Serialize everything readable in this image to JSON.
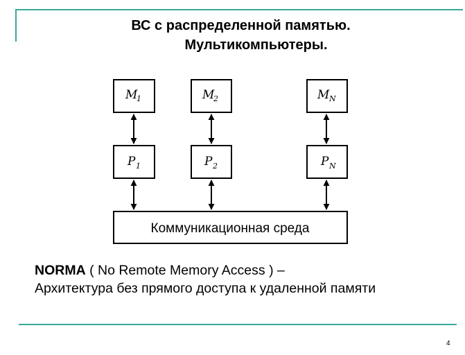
{
  "slide": {
    "title_line1": "ВС с распределенной памятью.",
    "title_line2": "Мультикомпьютеры.",
    "page_number": "4"
  },
  "diagram": {
    "memory_nodes": [
      {
        "base": "M",
        "sub": "1"
      },
      {
        "base": "M",
        "sub": "2"
      },
      {
        "base": "M",
        "sub": "N"
      }
    ],
    "processor_nodes": [
      {
        "base": "P",
        "sub": "1"
      },
      {
        "base": "P",
        "sub": "2"
      },
      {
        "base": "P",
        "sub": "N"
      }
    ],
    "bus_label": "Коммуникационная среда"
  },
  "description": {
    "term": "NORMA",
    "expansion": " ( No Remote Memory Access ) –",
    "line2": "Архитектура без прямого доступа к удаленной памяти"
  },
  "colors": {
    "accent": "#3aa89a"
  }
}
